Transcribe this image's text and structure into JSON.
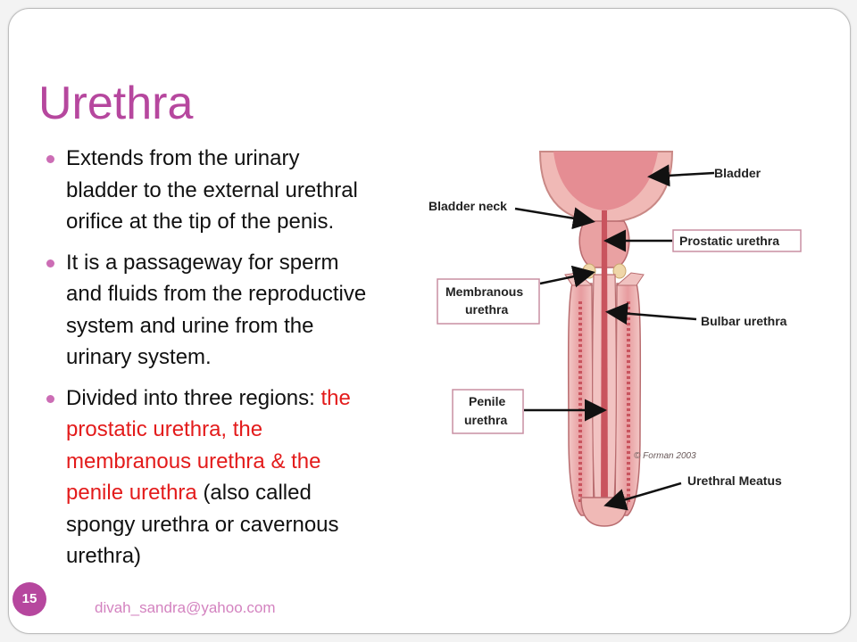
{
  "slide": {
    "title": "Urethra",
    "page_number": "15",
    "footer_email": "divah_sandra@yahoo.com"
  },
  "bullets": [
    {
      "text": "Extends from the urinary bladder to the external urethral orifice at the tip of the penis."
    },
    {
      "text": "It is a passageway for sperm and fluids from the reproductive system and urine from the urinary system."
    },
    {
      "lead": "Divided into three regions:",
      "highlight": "the prostatic urethra, the membranous urethra & the penile urethra",
      "tail": "(also called spongy urethra or cavernous urethra)"
    }
  ],
  "figure": {
    "labels": {
      "bladder": "Bladder",
      "bladder_neck": "Bladder neck",
      "prostatic": "Prostatic urethra",
      "membranous_1": "Membranous",
      "membranous_2": "urethra",
      "bulbar": "Bulbar urethra",
      "penile_1": "Penile",
      "penile_2": "urethra",
      "meatus": "Urethral Meatus"
    },
    "signature": "© Forman 2003"
  },
  "colors": {
    "title": "#b6479e",
    "highlight": "#e31b1b",
    "bullet": "#cc6db5",
    "tissue": "#e9a1a2",
    "tissue_dark": "#c9545e"
  }
}
